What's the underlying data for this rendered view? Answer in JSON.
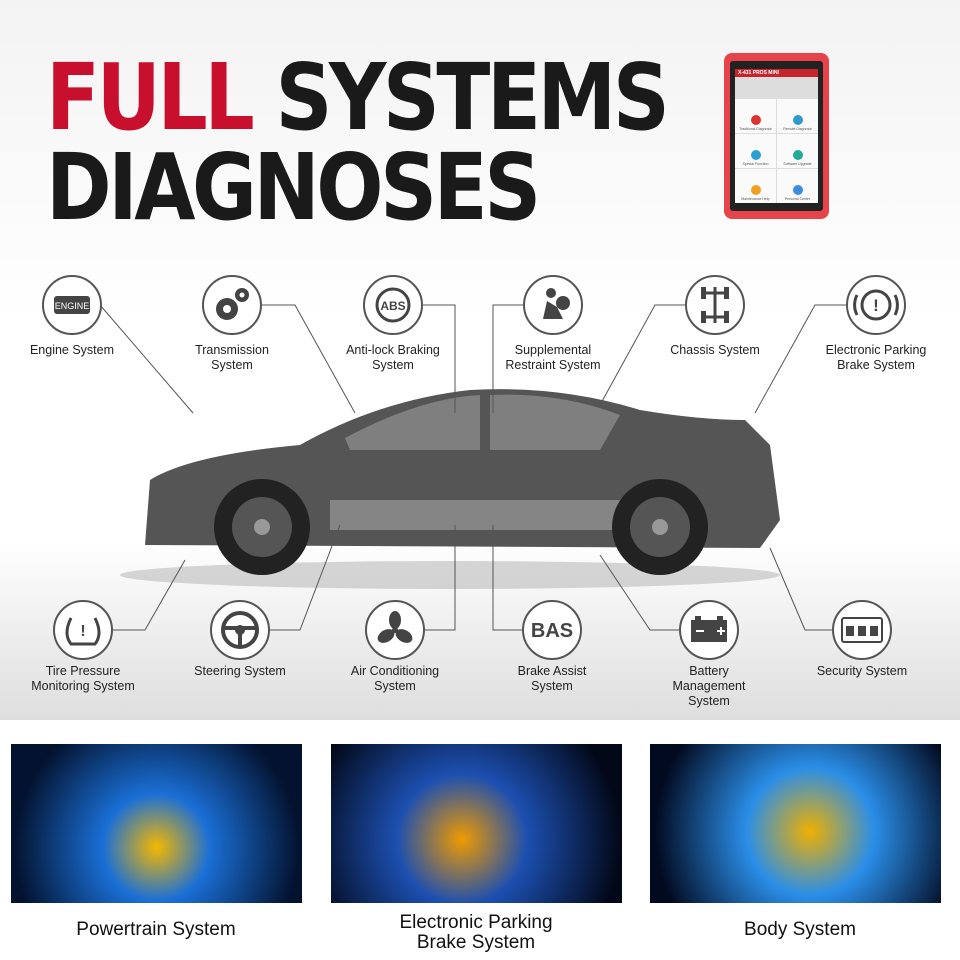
{
  "headline": {
    "word1": "FULL",
    "word2": "SYSTEMS",
    "line2": "DIAGNOSES"
  },
  "colors": {
    "accent": "#c8102e",
    "text": "#1a1a1a"
  },
  "device": {
    "app_title": "X-431 PROS MINI",
    "tiles": [
      "Traditional Diagnosis",
      "Remote Diagnosis",
      "Special Function",
      "Software Upgrade",
      "Maintenance Help",
      "Personal Center"
    ]
  },
  "top_systems": [
    {
      "label": "Engine System",
      "icon": "engine-icon",
      "glyph": "ENGINE"
    },
    {
      "label": "Transmission System",
      "icon": "gears-icon"
    },
    {
      "label": "Anti-lock Braking System",
      "icon": "abs-icon",
      "glyph": "ABS"
    },
    {
      "label": "Supplemental Restraint System",
      "icon": "airbag-icon"
    },
    {
      "label": "Chassis System",
      "icon": "chassis-icon"
    },
    {
      "label": "Electronic Parking Brake System",
      "icon": "parking-brake-icon",
      "glyph": "(!)"
    }
  ],
  "bottom_systems": [
    {
      "label": "Tire Pressure Monitoring System",
      "icon": "tire-pressure-icon",
      "glyph": "(!)"
    },
    {
      "label": "Steering System",
      "icon": "steering-wheel-icon"
    },
    {
      "label": "Air Conditioning System",
      "icon": "fan-icon"
    },
    {
      "label": "Brake Assist System",
      "icon": "bas-icon",
      "glyph": "BAS"
    },
    {
      "label": "Battery Management System",
      "icon": "battery-icon",
      "glyph": "− +"
    },
    {
      "label": "Security System",
      "icon": "lock-icon"
    }
  ],
  "panels": [
    {
      "caption": "Powertrain System"
    },
    {
      "caption": "Electronic Parking Brake System",
      "caption_l1": "Electronic Parking",
      "caption_l2": "Brake System"
    },
    {
      "caption": "Body System"
    }
  ]
}
